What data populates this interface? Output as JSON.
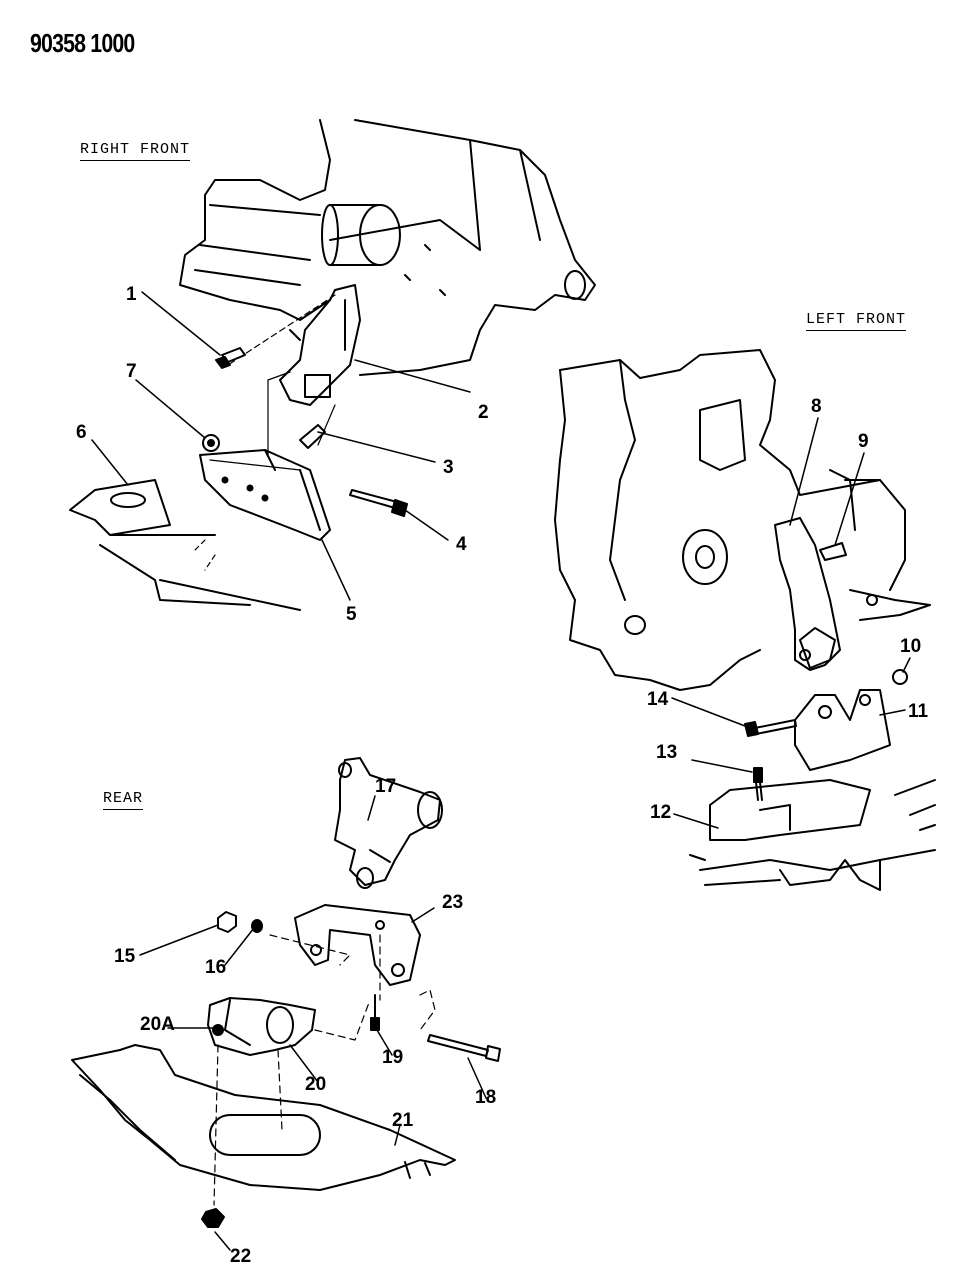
{
  "header": {
    "code": "90358 1000"
  },
  "sections": {
    "right_front": "RIGHT FRONT",
    "left_front": "LEFT FRONT",
    "rear": "REAR"
  },
  "callouts": {
    "c1": "1",
    "c2": "2",
    "c3": "3",
    "c4": "4",
    "c5": "5",
    "c6": "6",
    "c7": "7",
    "c8": "8",
    "c9": "9",
    "c10": "10",
    "c11": "11",
    "c12": "12",
    "c13": "13",
    "c14": "14",
    "c15": "15",
    "c16": "16",
    "c17": "17",
    "c18": "18",
    "c19": "19",
    "c20": "20",
    "c20a": "20A",
    "c21": "21",
    "c22": "22",
    "c23": "23"
  }
}
